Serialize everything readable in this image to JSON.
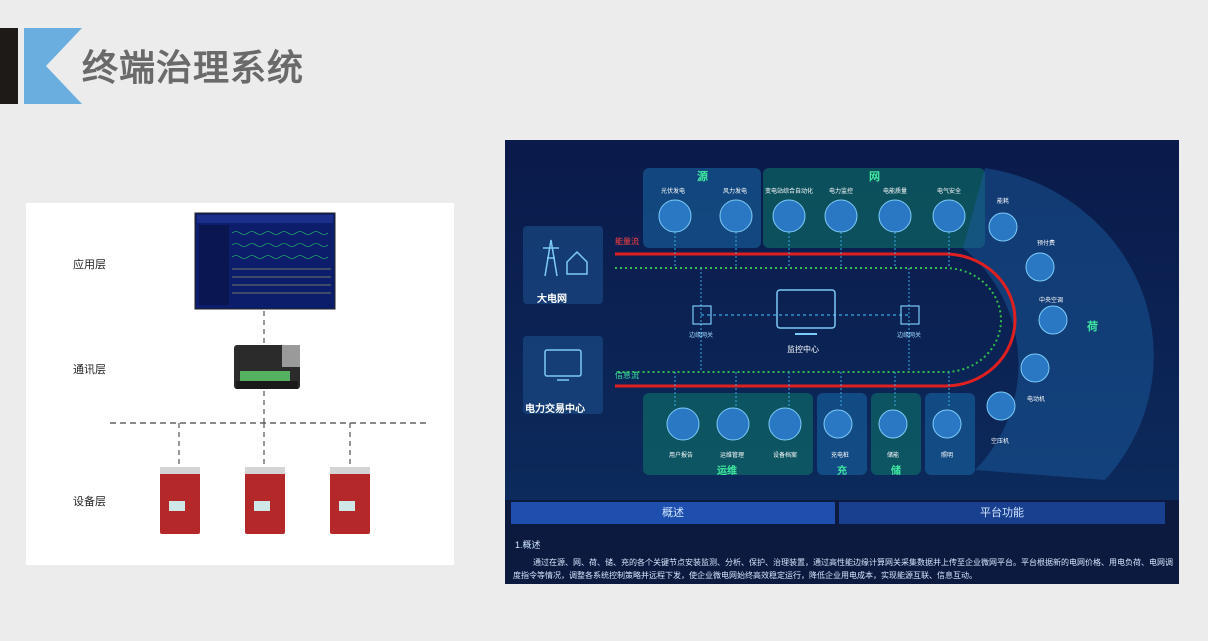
{
  "header": {
    "title": "终端治理系统",
    "accent_color": "#6aaee0",
    "bar_color": "#1e1a17"
  },
  "architecture": {
    "layers": {
      "application": "应用层",
      "communication": "通讯层",
      "device": "设备层"
    }
  },
  "platform": {
    "groups": {
      "source": "源",
      "grid": "网",
      "load": "荷",
      "ops": "运维",
      "charge": "充",
      "storage": "储"
    },
    "source_items": [
      "光伏发电",
      "风力发电"
    ],
    "grid_items": [
      "变电站综合自动化",
      "电力监控",
      "电能质量",
      "电气安全"
    ],
    "load_items": [
      "能耗",
      "预付费",
      "中央空调",
      "电动机",
      "空压机",
      "照明"
    ],
    "ops_items": [
      "用户报告",
      "运维管理",
      "设备档案"
    ],
    "charge_item": "充电桩",
    "storage_item": "储能",
    "flows": {
      "energy": "能量流",
      "info": "信息流"
    },
    "nodes": {
      "grid": "大电网",
      "trade": "电力交易中心",
      "monitor": "监控中心",
      "gateway_left": "边缘网关",
      "gateway_right": "边缘网关"
    },
    "tabs": {
      "overview": "概述",
      "functions": "平台功能"
    },
    "desc_title": "1.概述",
    "desc_text": "通过在源、网、荷、储、充的各个关键节点安装监测、分析、保护、治理装置，通过高性能边缘计算网关采集数据并上传至企业微网平台。平台根据新的电网价格、用电负荷、电网调度指令等情况，调整各系统控制策略并远程下发，使企业微电网始终高效稳定运行，降低企业用电成本，实现能源互联、信息互动。"
  }
}
